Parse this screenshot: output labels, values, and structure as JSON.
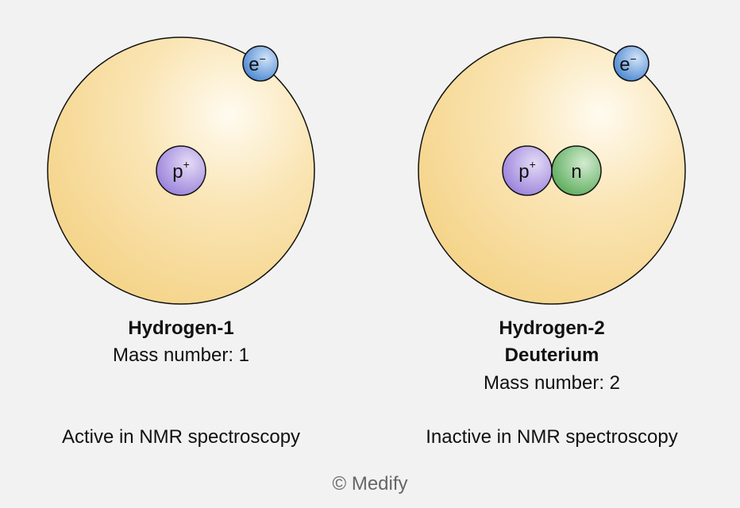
{
  "atoms": [
    {
      "name": "Hydrogen-1",
      "subtitle": "",
      "mass": "Mass number: 1",
      "nmr": "Active in NMR spectroscopy",
      "electron": {
        "label": "e",
        "charge": "−"
      },
      "proton": {
        "label": "p",
        "charge": "+"
      }
    },
    {
      "name": "Hydrogen-2",
      "subtitle": "Deuterium",
      "mass": "Mass number: 2",
      "nmr": "Inactive in NMR spectroscopy",
      "electron": {
        "label": "e",
        "charge": "−"
      },
      "proton": {
        "label": "p",
        "charge": "+"
      },
      "neutron": {
        "label": "n"
      }
    }
  ],
  "copyright": "© Medify",
  "colors": {
    "cloud_edge": "#f5d58c",
    "cloud_center": "#fffbf0",
    "electron": "#5b95d8",
    "proton": "#a48ce0",
    "neutron": "#6ab46a",
    "background": "#f2f2f2"
  }
}
